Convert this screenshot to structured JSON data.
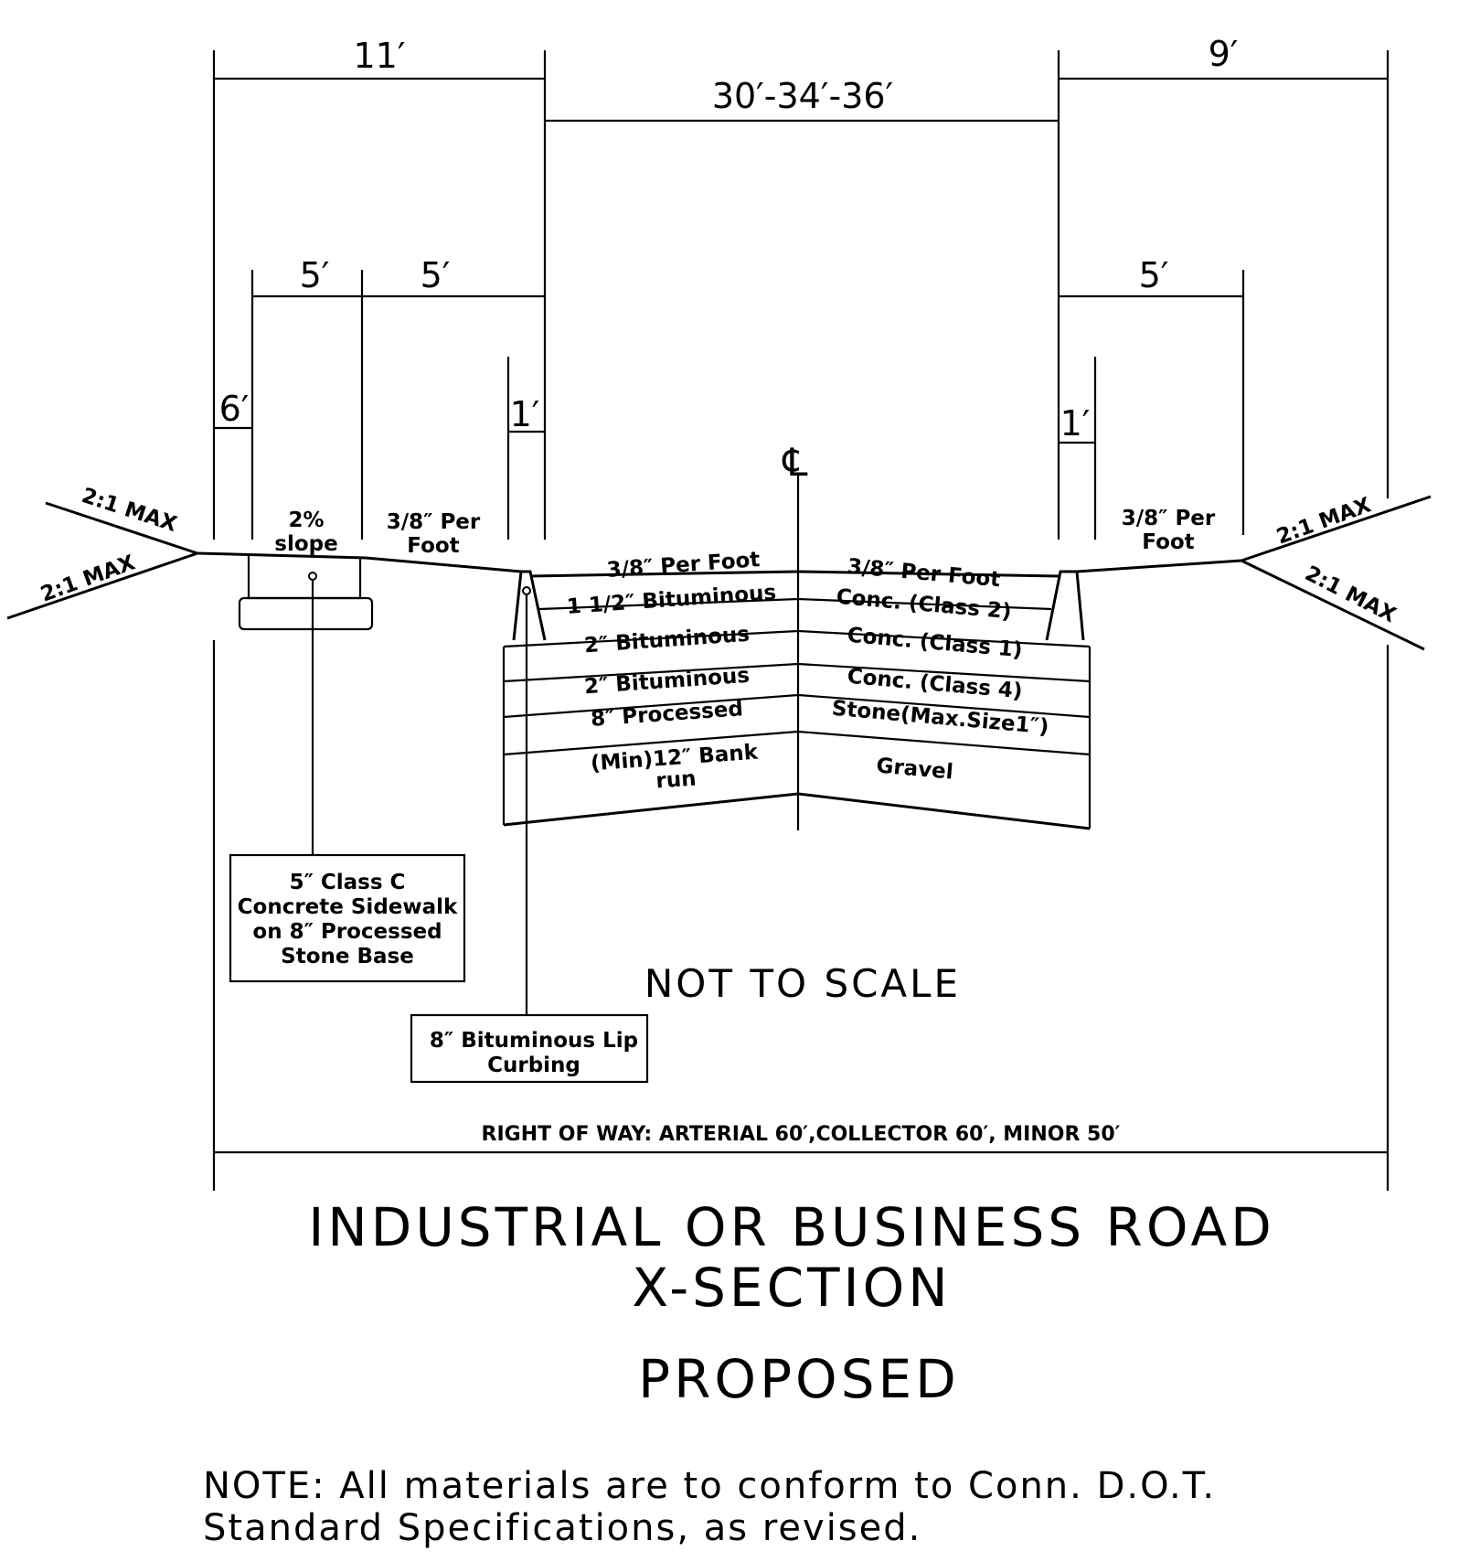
{
  "dimensions": {
    "left_11": "11′",
    "center_width": "30′-34′-36′",
    "right_9": "9′",
    "left_5a": "5′",
    "left_5b": "5′",
    "right_5": "5′",
    "left_6": "6′",
    "left_1": "1′",
    "right_1": "1′"
  },
  "centerline_symbol": "℄",
  "slopes": {
    "left_upper": "2:1 MAX",
    "left_lower": "2:1 MAX",
    "right_upper": "2:1 MAX",
    "right_lower": "2:1 MAX"
  },
  "sidewalk": {
    "slope_line1": "2%",
    "slope_line2": "slope",
    "left_shoulder_line1": "3/8″ Per",
    "left_shoulder_line2": "Foot",
    "right_shoulder_line1": "3/8″ Per",
    "right_shoulder_line2": "Foot"
  },
  "pavement_left": {
    "crown": "3/8″ Per Foot",
    "layer1": "1 1/2″ Bituminous",
    "layer2": "2″ Bituminous",
    "layer3": "2″ Bituminous",
    "layer4": "8″ Processed",
    "layer5_line1": "(Min)12″ Bank",
    "layer5_line2": "run"
  },
  "pavement_right": {
    "crown": "3/8″ Per Foot",
    "layer1": "Conc. (Class 2)",
    "layer2": "Conc. (Class 1)",
    "layer3": "Conc. (Class 4)",
    "layer4": "Stone(Max.Size1″)",
    "layer5": "Gravel"
  },
  "callouts": {
    "sidewalk_line1": "5″ Class C",
    "sidewalk_line2": "Concrete Sidewalk",
    "sidewalk_line3": "on 8″ Processed",
    "sidewalk_line4": "Stone Base",
    "curb_line1": "8″ Bituminous Lip",
    "curb_line2": "Curbing"
  },
  "scale_note": "NOT TO SCALE",
  "right_of_way": "RIGHT OF WAY: ARTERIAL 60′,COLLECTOR 60′, MINOR 50′",
  "title": {
    "line1": "INDUSTRIAL OR BUSINESS ROAD",
    "line2": "X-SECTION",
    "line3": "PROPOSED"
  },
  "note": {
    "line1": "NOTE: All materials are to conform to Conn. D.O.T.",
    "line2": "Standard Specifications, as revised."
  }
}
